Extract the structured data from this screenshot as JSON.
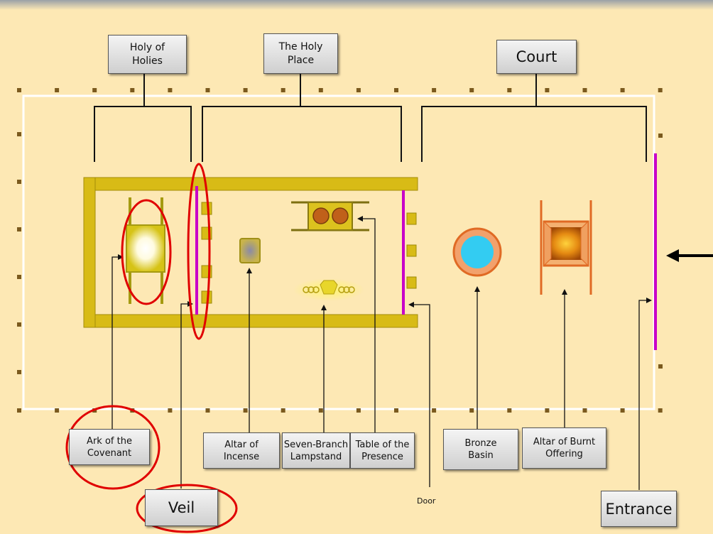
{
  "sections": {
    "holy_of_holies": "Holy of\nHolies",
    "holy_place": "The Holy\nPlace",
    "court": "Court"
  },
  "furnishings": {
    "ark": "Ark of the\nCovenant",
    "veil": "Veil",
    "altar_incense": "Altar of\nIncense",
    "lampstand": "Seven-Branch\nLampstand",
    "table_presence": "Table of the\nPresence",
    "door": "Door",
    "bronze_basin": "Bronze\nBasin",
    "altar_burnt": "Altar of Burnt\nOffering",
    "entrance": "Entrance"
  },
  "colors": {
    "background": "#fde8b4",
    "tabernacle_wall": "#d8bb16",
    "veil": "#c800c8",
    "highlight_ring": "#e00000",
    "basin_water": "#33ccf2",
    "altar": "#e0771e"
  },
  "icons": [
    "entrance-arrow-icon"
  ]
}
